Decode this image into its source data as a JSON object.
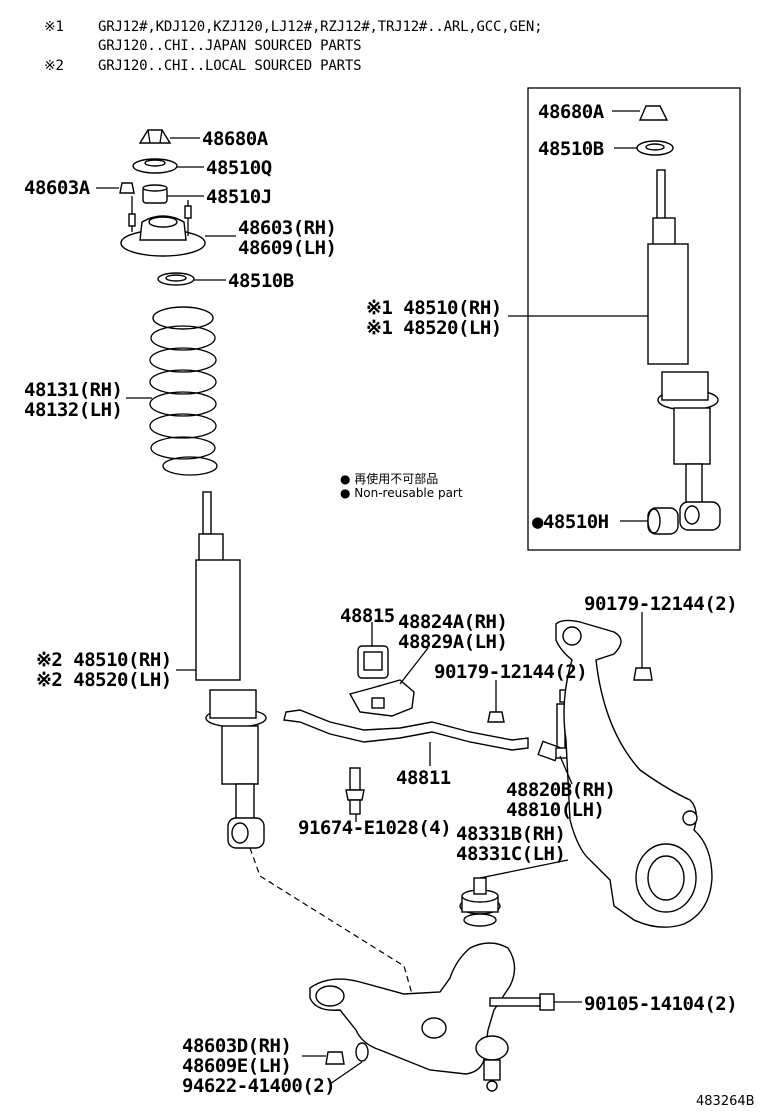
{
  "notes": {
    "n1_mark": "※1",
    "n1_line1": "GRJ12#,KDJ120,KZJ120,LJ12#,RZJ12#,TRJ12#..ARL,GCC,GEN;",
    "n1_line2": "GRJ120..CHI..JAPAN SOURCED PARTS",
    "n2_mark": "※2",
    "n2_line1": "GRJ120..CHI..LOCAL SOURCED PARTS"
  },
  "labels": {
    "p48680A": "48680A",
    "p48510Q": "48510Q",
    "p48603A": "48603A",
    "p48510J": "48510J",
    "p48603": "48603(RH)",
    "p48609": "48609(LH)",
    "p48510B": "48510B",
    "p48131": "48131(RH)",
    "p48132": "48132(LH)",
    "p48510rh_2": "※2 48510(RH)",
    "p48520lh_2": "※2 48520(LH)",
    "box_48680A": "48680A",
    "box_48510B": "48510B",
    "box_48510rh_1": "※1 48510(RH)",
    "box_48520lh_1": "※1 48520(LH)",
    "box_48510H": "●48510H",
    "p48815": "48815",
    "p48824A": "48824A(RH)",
    "p48829A": "48829A(LH)",
    "p90179_a": "90179-12144(2)",
    "p90179_b": "90179-12144(2)",
    "p48811": "48811",
    "p91674": "91674-E1028(4)",
    "p48820B": "48820B(RH)",
    "p48810": "48810(LH)",
    "p48331B": "48331B(RH)",
    "p48331C": "48331C(LH)",
    "p90105": "90105-14104(2)",
    "p48603D": "48603D(RH)",
    "p48609E": "48609E(LH)",
    "p94622": "94622-41400(2)"
  },
  "legend": {
    "jp": "再使用不可部品",
    "en": "Non-reusable part"
  },
  "diagram_code": "483264B"
}
